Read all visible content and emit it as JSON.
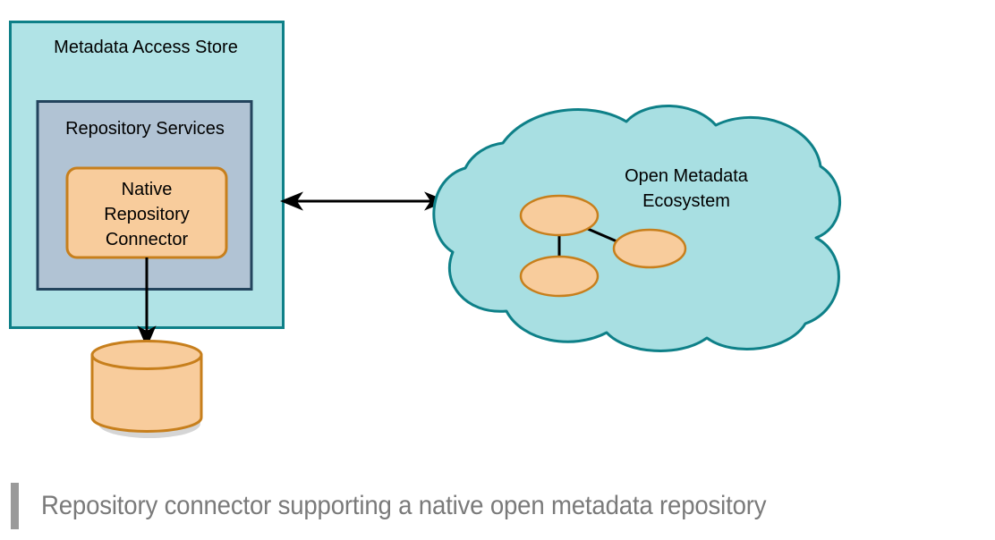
{
  "diagram": {
    "title": "Repository connector supporting a native open metadata repository",
    "colors": {
      "outer_box_fill": "#b0e3e6",
      "outer_box_stroke": "#0e8088",
      "inner_box_fill": "#b1c3d4",
      "inner_box_stroke": "#23445d",
      "connector_fill": "#f8cc9c",
      "connector_stroke": "#c77f1c",
      "cloud_fill": "#a8dfe2",
      "cloud_stroke": "#0e8088",
      "node_fill": "#f8cc9c",
      "node_stroke": "#c77f1c",
      "cylinder_fill": "#f8cc9c",
      "cylinder_stroke": "#c77f1c",
      "arrow": "#000000",
      "shadow": "#b3b3b3",
      "caption_text": "#7a7a7a",
      "caption_bar": "#9a9a9a"
    },
    "outer_box": {
      "label": "Metadata Access Store"
    },
    "inner_box": {
      "label": "Repository Services"
    },
    "connector_box": {
      "label_lines": [
        "Native",
        "Repository",
        "Connector"
      ],
      "line1": "Native",
      "line2": "Repository",
      "line3": "Connector"
    },
    "cloud": {
      "label_lines": [
        "Open Metadata",
        "Ecosystem"
      ],
      "line1": "Open Metadata",
      "line2": "Ecosystem",
      "nodes": [
        {
          "name": "ecosystem-node-top-left"
        },
        {
          "name": "ecosystem-node-right"
        },
        {
          "name": "ecosystem-node-bottom-left"
        }
      ]
    },
    "repository_store": {
      "name": "native-repository-cylinder"
    },
    "connections": [
      {
        "name": "connector-to-ecosystem",
        "type": "double-arrow"
      },
      {
        "name": "connector-to-repository",
        "type": "single-arrow"
      },
      {
        "name": "node-link-vertical",
        "type": "line"
      },
      {
        "name": "node-link-diagonal",
        "type": "line"
      }
    ]
  },
  "caption": {
    "text": "Repository connector supporting a native open metadata repository"
  }
}
